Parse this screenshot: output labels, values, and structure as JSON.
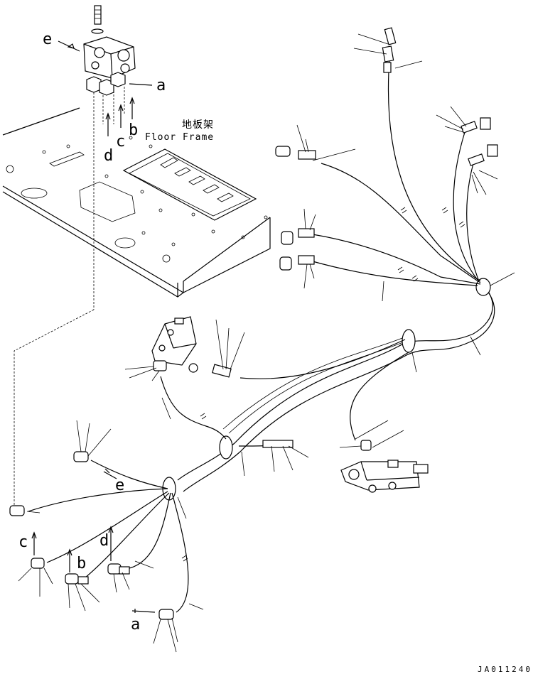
{
  "diagram": {
    "floor_frame_label_cn": "地板架",
    "floor_frame_label_en": "Floor Frame",
    "part_code": "JA011240",
    "callouts": {
      "a": "a",
      "b": "b",
      "c": "c",
      "d": "d",
      "e": "e"
    }
  }
}
